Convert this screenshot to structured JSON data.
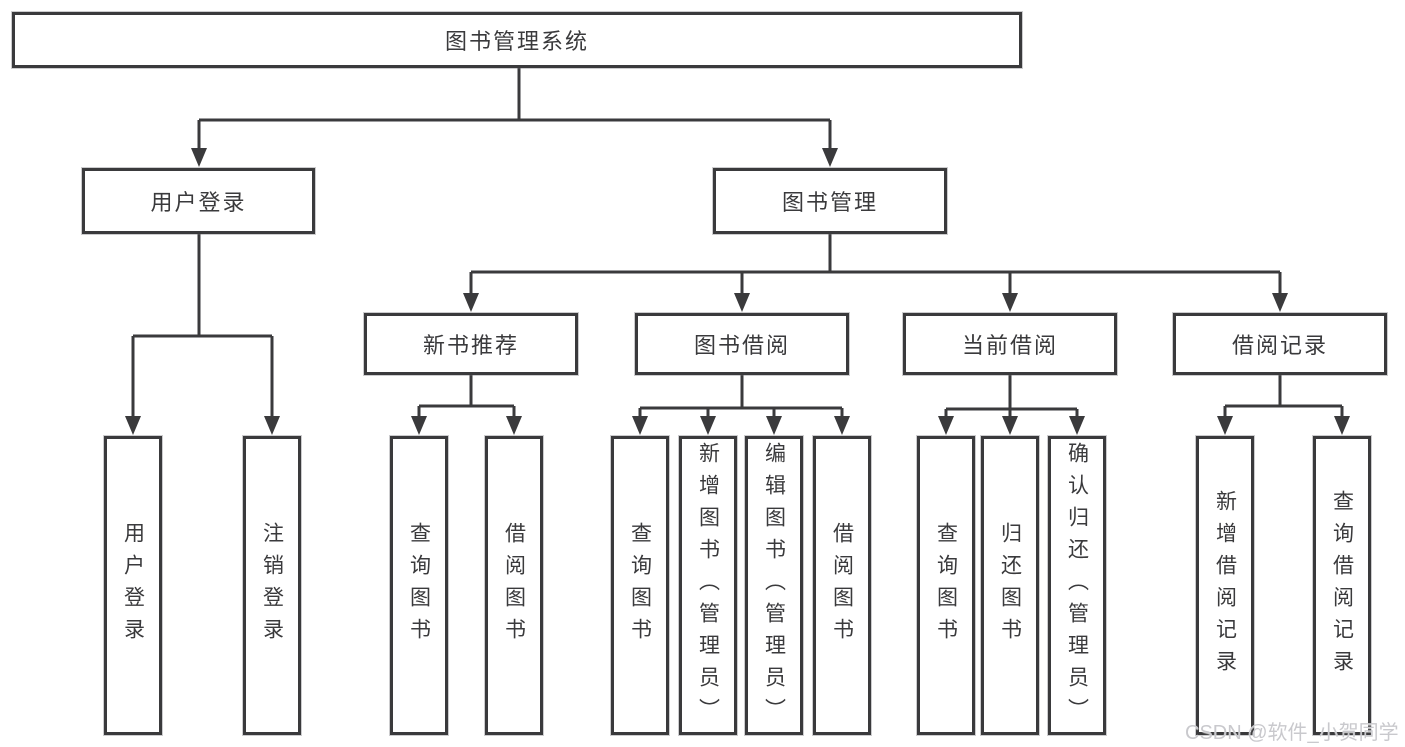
{
  "tree": {
    "root": "图书管理系统",
    "children": [
      {
        "label": "用户登录",
        "children": [
          {
            "label": "用户登录"
          },
          {
            "label": "注销登录"
          }
        ]
      },
      {
        "label": "图书管理",
        "children": [
          {
            "label": "新书推荐",
            "children": [
              {
                "label": "查询图书"
              },
              {
                "label": "借阅图书"
              }
            ]
          },
          {
            "label": "图书借阅",
            "children": [
              {
                "label": "查询图书"
              },
              {
                "label": "新增图书（管理员）"
              },
              {
                "label": "编辑图书（管理员）"
              },
              {
                "label": "借阅图书"
              }
            ]
          },
          {
            "label": "当前借阅",
            "children": [
              {
                "label": "查询图书"
              },
              {
                "label": "归还图书"
              },
              {
                "label": "确认归还（管理员）"
              }
            ]
          },
          {
            "label": "借阅记录",
            "children": [
              {
                "label": "新增借阅记录"
              },
              {
                "label": "查询借阅记录"
              }
            ]
          }
        ]
      }
    ]
  },
  "watermark": {
    "text": "CSDN @软件_小贺同学"
  },
  "colors": {
    "line": "#3a3a3c",
    "text": "#3a3a3c",
    "watermark": "#c9c9cd",
    "bg": "#ffffff"
  }
}
